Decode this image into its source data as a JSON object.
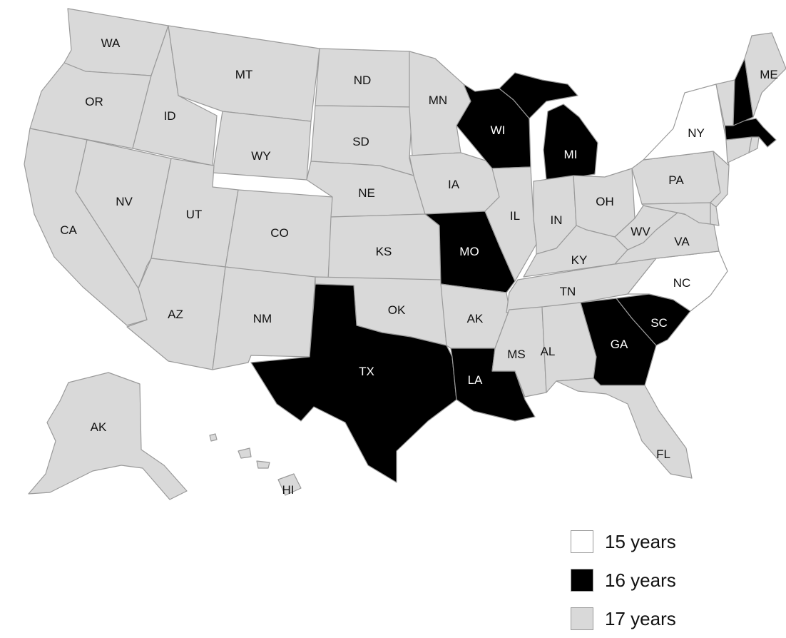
{
  "colors": {
    "15 years": "#ffffff",
    "16 years": "#000000",
    "17 years": "#d9d9d9",
    "border": "#9a9a9a"
  },
  "legend": [
    {
      "label": "15 years",
      "key": "15 years"
    },
    {
      "label": "16 years",
      "key": "16 years"
    },
    {
      "label": "17 years",
      "key": "17 years"
    }
  ],
  "states": {
    "WA": {
      "label": "WA",
      "category": "17 years"
    },
    "OR": {
      "label": "OR",
      "category": "17 years"
    },
    "CA": {
      "label": "CA",
      "category": "17 years"
    },
    "ID": {
      "label": "ID",
      "category": "17 years"
    },
    "NV": {
      "label": "NV",
      "category": "17 years"
    },
    "MT": {
      "label": "MT",
      "category": "17 years"
    },
    "WY": {
      "label": "WY",
      "category": "17 years"
    },
    "UT": {
      "label": "UT",
      "category": "17 years"
    },
    "AZ": {
      "label": "AZ",
      "category": "17 years"
    },
    "CO": {
      "label": "CO",
      "category": "17 years"
    },
    "NM": {
      "label": "NM",
      "category": "17 years"
    },
    "ND": {
      "label": "ND",
      "category": "17 years"
    },
    "SD": {
      "label": "SD",
      "category": "17 years"
    },
    "NE": {
      "label": "NE",
      "category": "17 years"
    },
    "KS": {
      "label": "KS",
      "category": "17 years"
    },
    "OK": {
      "label": "OK",
      "category": "17 years"
    },
    "TX": {
      "label": "TX",
      "category": "16 years"
    },
    "MN": {
      "label": "MN",
      "category": "17 years"
    },
    "IA": {
      "label": "IA",
      "category": "17 years"
    },
    "MO": {
      "label": "MO",
      "category": "16 years"
    },
    "AR": {
      "label": "AK",
      "category": "17 years"
    },
    "LA": {
      "label": "LA",
      "category": "16 years"
    },
    "WI": {
      "label": "WI",
      "category": "16 years"
    },
    "IL": {
      "label": "IL",
      "category": "17 years"
    },
    "MI": {
      "label": "MI",
      "category": "16 years"
    },
    "IN": {
      "label": "IN",
      "category": "17 years"
    },
    "OH": {
      "label": "OH",
      "category": "17 years"
    },
    "KY": {
      "label": "KY",
      "category": "17 years"
    },
    "TN": {
      "label": "TN",
      "category": "17 years"
    },
    "MS": {
      "label": "MS",
      "category": "17 years"
    },
    "AL": {
      "label": "AL",
      "category": "17 years"
    },
    "GA": {
      "label": "GA",
      "category": "16 years"
    },
    "FL": {
      "label": "FL",
      "category": "17 years"
    },
    "SC": {
      "label": "SC",
      "category": "16 years"
    },
    "NC": {
      "label": "NC",
      "category": "15 years"
    },
    "VA": {
      "label": "VA",
      "category": "17 years"
    },
    "WV": {
      "label": "WV",
      "category": "17 years"
    },
    "PA": {
      "label": "PA",
      "category": "17 years"
    },
    "NY": {
      "label": "NY",
      "category": "15 years"
    },
    "NJ": {
      "label": "",
      "category": "17 years"
    },
    "DE": {
      "label": "",
      "category": "17 years"
    },
    "MD": {
      "label": "",
      "category": "17 years"
    },
    "CT": {
      "label": "",
      "category": "17 years"
    },
    "RI": {
      "label": "",
      "category": "17 years"
    },
    "MA": {
      "label": "",
      "category": "16 years"
    },
    "VT": {
      "label": "",
      "category": "17 years"
    },
    "NH": {
      "label": "",
      "category": "16 years"
    },
    "ME": {
      "label": "ME",
      "category": "17 years"
    },
    "AK": {
      "label": "AK",
      "category": "17 years"
    },
    "HI": {
      "label": "HI",
      "category": "17 years"
    }
  }
}
